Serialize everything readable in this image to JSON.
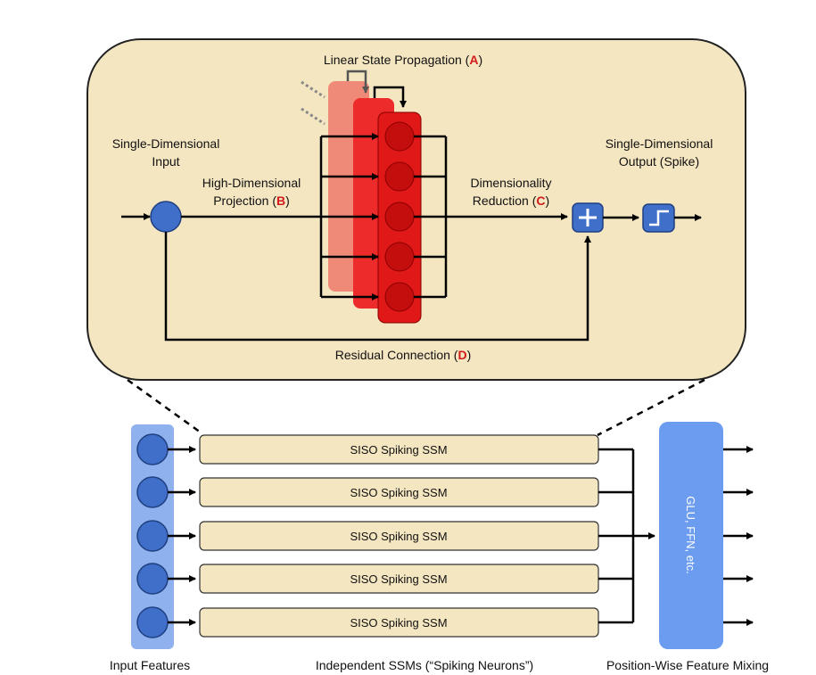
{
  "top": {
    "linear_state_propagation": {
      "prefix": "Linear State Propagation (",
      "letter": "A",
      "suffix": ")"
    },
    "high_dim_projection": {
      "line1": "High-Dimensional",
      "prefix": "Projection (",
      "letter": "B",
      "suffix": ")"
    },
    "dim_reduction": {
      "line1": "Dimensionality",
      "prefix": "Reduction (",
      "letter": "C",
      "suffix": ")"
    },
    "residual": {
      "prefix": "Residual Connection (",
      "letter": "D",
      "suffix": ")"
    },
    "input_label": {
      "line1": "Single-Dimensional",
      "line2": "Input"
    },
    "output_label": {
      "line1": "Single-Dimensional",
      "line2": "Output (Spike)"
    }
  },
  "bottom": {
    "ssm_blocks": [
      "SISO Spiking SSM",
      "SISO Spiking SSM",
      "SISO Spiking SSM",
      "SISO Spiking SSM",
      "SISO Spiking SSM"
    ],
    "mixer_label": "GLU, FFN, etc.",
    "captions": {
      "input": "Input Features",
      "ssms": "Independent SSMs (“Spiking Neurons”)",
      "mixing": "Position-Wise Feature Mixing"
    }
  },
  "colors": {
    "panel_fill": "#f5e6c2",
    "node_blue": "#3f6fc8",
    "mixer_blue": "#6c9cf0",
    "input_col_blue": "#8fb1ee",
    "state_red": "#e02020",
    "neuron_red": "#c40d0d",
    "letter_red": "#d11a1a"
  }
}
